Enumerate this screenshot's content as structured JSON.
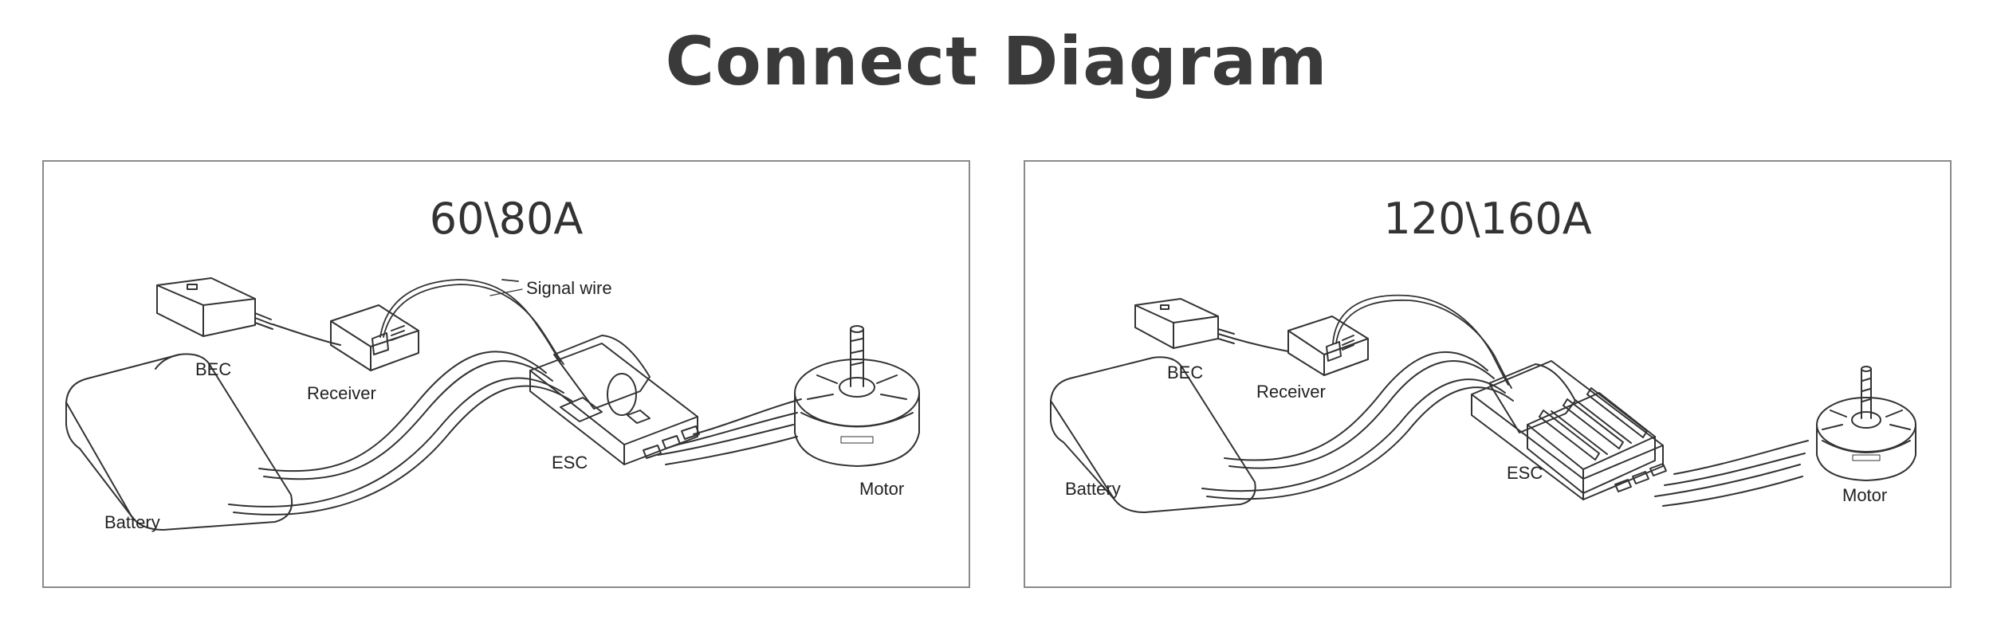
{
  "title": "Connect Diagram",
  "panels": [
    {
      "title": "60\\80A",
      "labels": {
        "signal_wire": "Signal wire",
        "bec": "BEC",
        "receiver": "Receiver",
        "esc": "ESC",
        "motor": "Motor",
        "battery": "Battery"
      }
    },
    {
      "title": "120\\160A",
      "labels": {
        "bec": "BEC",
        "receiver": "Receiver",
        "esc": "ESC",
        "motor": "Motor",
        "battery": "Battery"
      }
    }
  ],
  "colors": {
    "line": "#333333",
    "text": "#333333",
    "border": "#8a8a8a"
  }
}
